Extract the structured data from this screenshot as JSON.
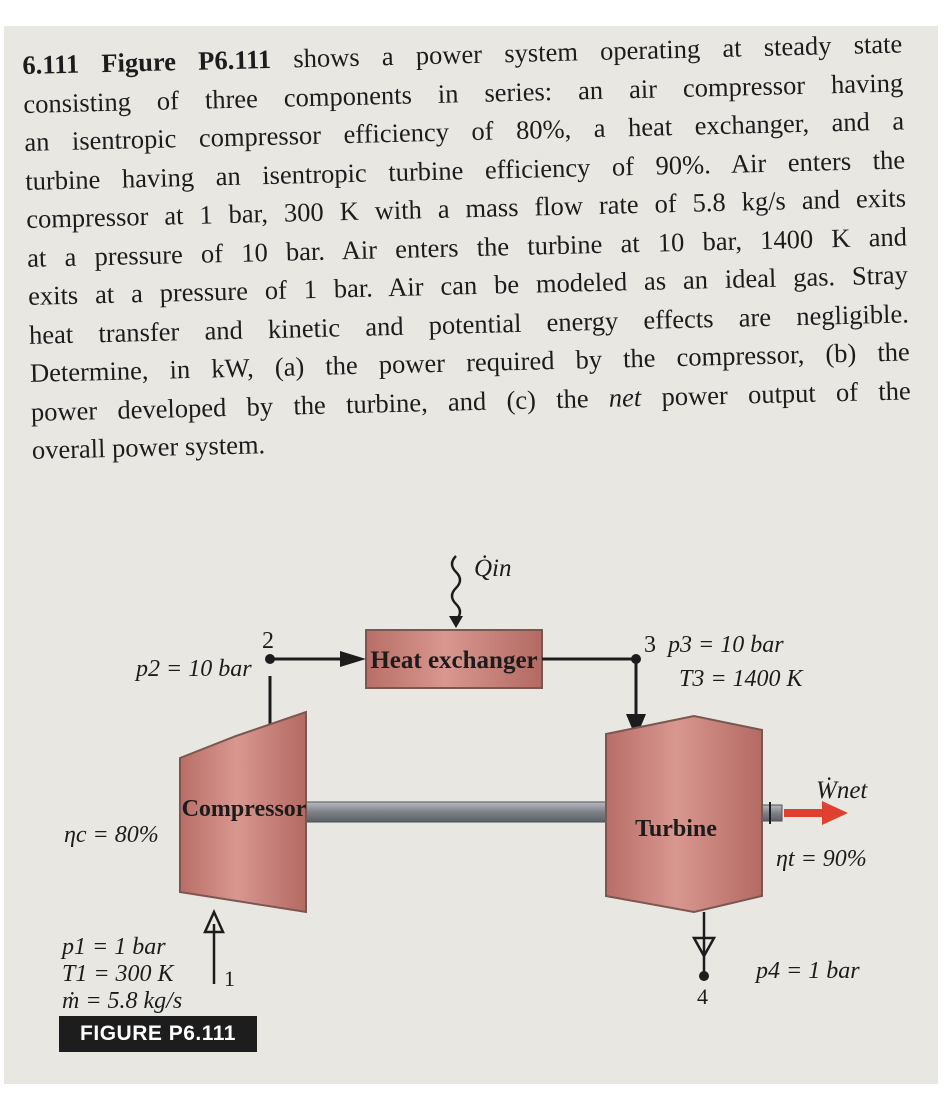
{
  "problem": {
    "number": "6.111",
    "figure_ref": "Figure P6.111",
    "lines": [
      "shows a power system operating at steady state",
      "consisting of three components in series: an air compressor having",
      "an isentropic compressor efficiency of 80%, a heat exchanger, and a",
      "turbine having an isentropic turbine efficiency of 90%. Air enters the",
      "compressor at 1 bar, 300 K with a mass flow rate of 5.8 kg/s and exits",
      "at a pressure of 10 bar. Air enters the turbine at 10 bar, 1400 K and",
      "exits at a pressure of 1 bar. Air can be modeled as an ideal gas. Stray",
      "heat transfer and kinetic and potential energy effects are negligible.",
      "Determine, in kW, (a) the power required by the compressor, (b) the",
      "power developed by the turbine, and (c) the",
      "overall power system."
    ],
    "net_word": "net",
    "line10_tail": "power output of the"
  },
  "figure": {
    "q_in": "Q̇in",
    "heat_exchanger": "Heat exchanger",
    "compressor": "Compressor",
    "turbine": "Turbine",
    "state2_num": "2",
    "p2": "p2 = 10 bar",
    "state3_num": "3",
    "p3": "p3 = 10 bar",
    "t3": "T3 = 1400 K",
    "eta_c": "ηc = 80%",
    "eta_t": "ηt = 90%",
    "w_net": "Ẇnet",
    "state1_num": "1",
    "p1": "p1 = 1 bar",
    "t1": "T1 = 300 K",
    "mdot": "ṁ = 5.8 kg/s",
    "state4_num": "4",
    "p4": "p4 = 1 bar",
    "caption": "FIGURE P6.111"
  },
  "colors": {
    "component_fill": "#c9817b",
    "component_stroke": "#7b5752",
    "shaft": "#8a8e93",
    "arrow_red": "#e04030",
    "page_bg": "#e9e7e2"
  }
}
